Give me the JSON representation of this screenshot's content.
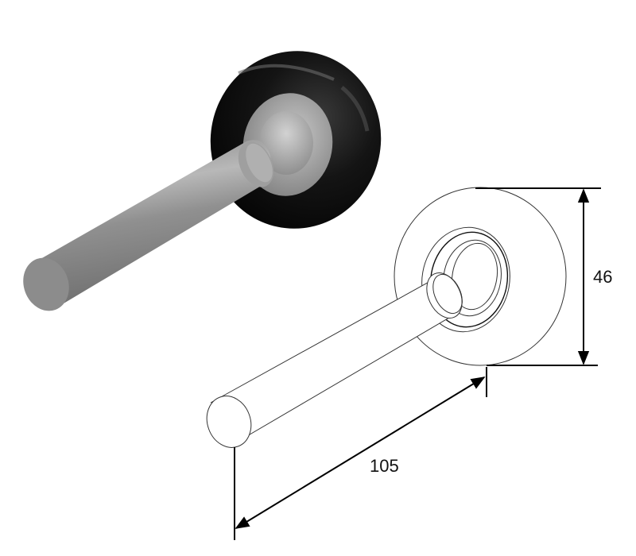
{
  "diagram": {
    "subject": "Garage door roller with steel stem and black nylon wheel",
    "views": [
      {
        "id": "render",
        "type": "3d-shaded-render"
      },
      {
        "id": "line-drawing",
        "type": "dimensioned-line-drawing"
      }
    ],
    "dimensions": {
      "wheel_diameter": {
        "value": "46",
        "orientation": "vertical"
      },
      "stem_length": {
        "value": "105",
        "orientation": "diagonal"
      }
    },
    "colors": {
      "background": "#ffffff",
      "wheel": "#101010",
      "stem": "#8c8c8c",
      "stem_highlight": "#b4b4b4",
      "bearing": "#a6a6a6",
      "line": "#222222",
      "dimension_line": "#000000"
    }
  }
}
